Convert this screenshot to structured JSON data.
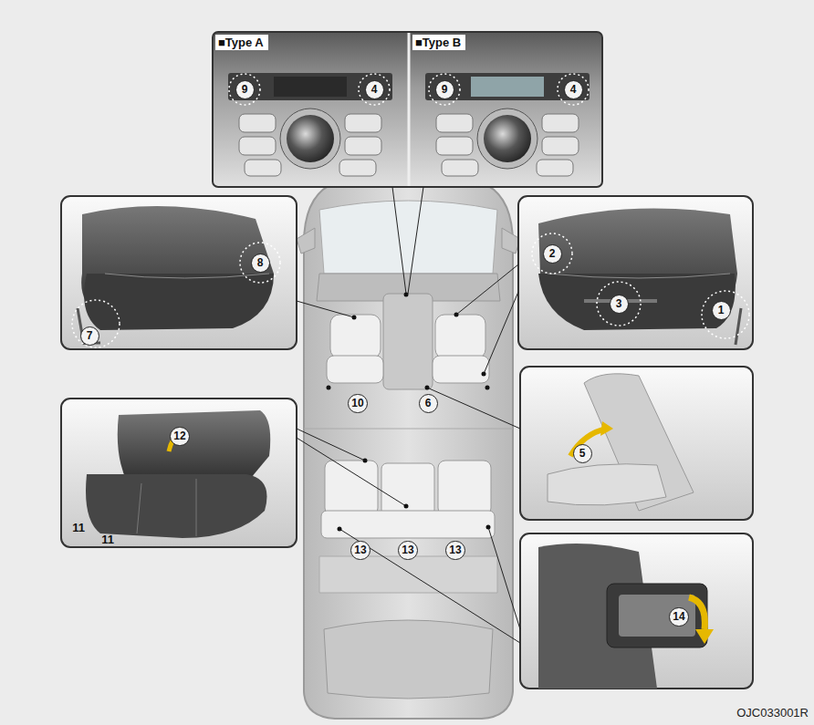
{
  "diagram": {
    "nodes": [
      {
        "text": [
          "■Type A"
        ]
      },
      {
        "text": [
          "■Type B"
        ]
      }
    ],
    "labels": [
      "9",
      "4",
      "9",
      "4",
      "8",
      "7",
      "2",
      "3",
      "1",
      "10",
      "6",
      "5",
      "12",
      "11",
      "11",
      "13",
      "13",
      "13",
      "14",
      "OJC033001R"
    ]
  }
}
